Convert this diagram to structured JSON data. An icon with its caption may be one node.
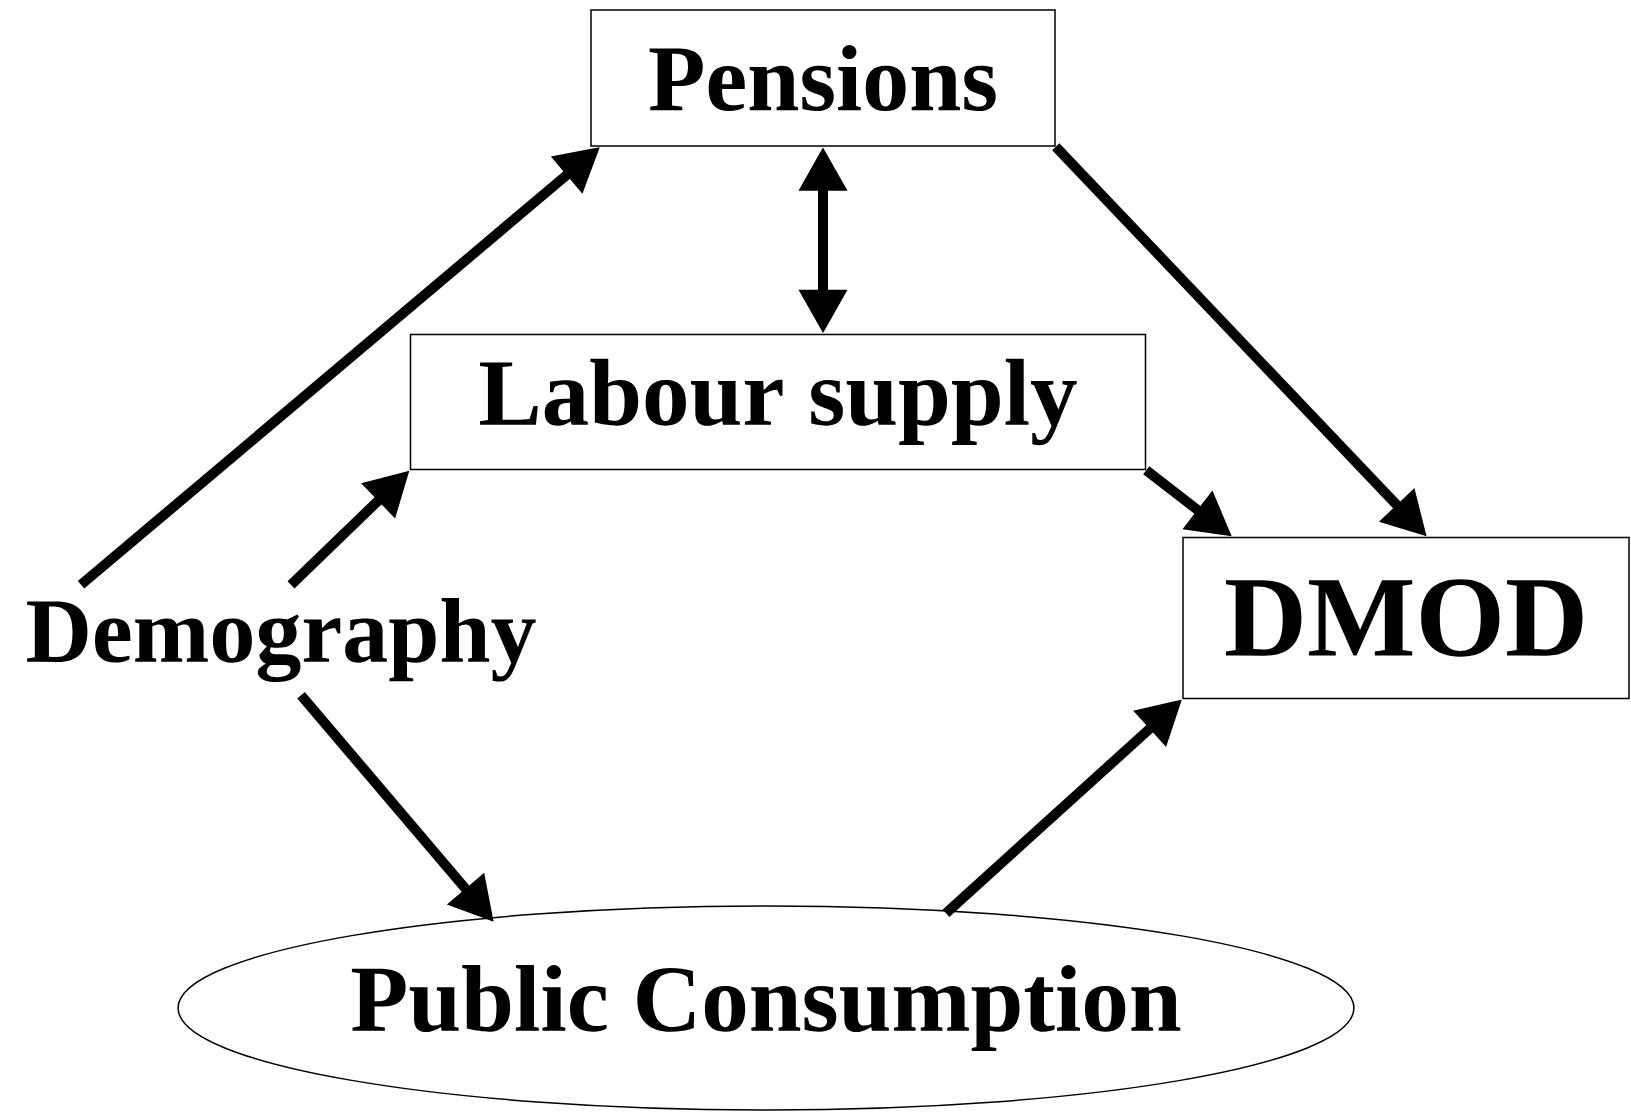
{
  "diagram": {
    "nodes": [
      {
        "text": [
          "Pensions"
        ]
      },
      {
        "text": [
          "Labour supply"
        ]
      },
      {
        "text": [
          "Demography"
        ]
      },
      {
        "text": [
          "DMOD"
        ]
      },
      {
        "text": [
          "Public Consumption"
        ]
      }
    ],
    "edges": [
      {
        "from": 2,
        "to": 0,
        "arrow": "to"
      },
      {
        "from": 0,
        "to": 1,
        "arrow": "both"
      },
      {
        "from": 2,
        "to": 1,
        "arrow": "to"
      },
      {
        "from": 0,
        "to": 3,
        "arrow": "to"
      },
      {
        "from": 1,
        "to": 3,
        "arrow": "to"
      },
      {
        "from": 2,
        "to": 4,
        "arrow": "to"
      },
      {
        "from": 4,
        "to": 3,
        "arrow": "to"
      }
    ]
  }
}
